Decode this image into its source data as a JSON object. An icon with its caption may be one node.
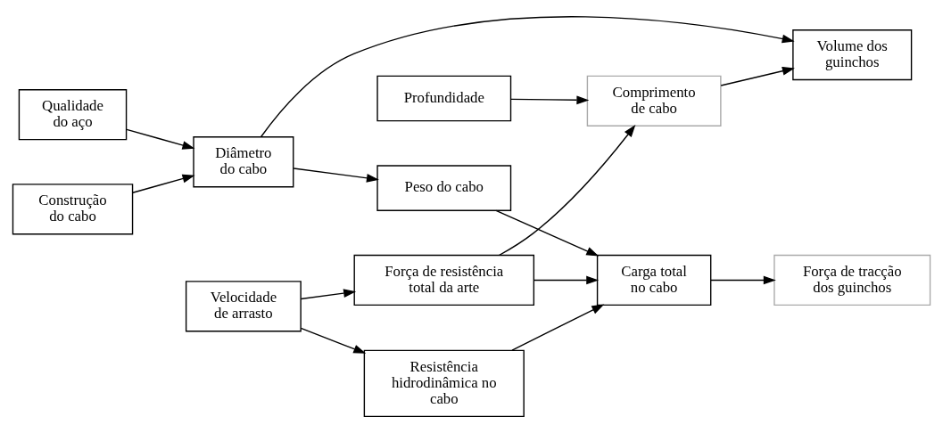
{
  "diagram": {
    "nodes": [
      {
        "text": [
          "Profundidade"
        ]
      },
      {
        "text": [
          "Comprimento de cabo"
        ]
      },
      {
        "text": [
          "Volume dos guinchos"
        ]
      },
      {
        "text": [
          "Qualidade do aço"
        ]
      },
      {
        "text": [
          "Força de tracção dos guinchos"
        ]
      },
      {
        "text": [
          "Diâmetro do cabo"
        ]
      },
      {
        "text": [
          "Construção do cabo"
        ]
      },
      {
        "text": [
          "Força de resistência total da arte"
        ]
      },
      {
        "text": [
          "Carga total no cabo"
        ]
      },
      {
        "text": [
          "Peso do cabo"
        ]
      },
      {
        "text": [
          "Velocidade de arrasto"
        ]
      },
      {
        "text": [
          "Resistência hidrodinâmica no cabo"
        ]
      }
    ],
    "edges": [
      {
        "from": 0,
        "to": 1,
        "arrow": "to"
      },
      {
        "from": 7,
        "to": 1,
        "arrow": "to"
      },
      {
        "from": 1,
        "to": 2,
        "arrow": "to"
      },
      {
        "from": 5,
        "to": 2,
        "arrow": "to"
      },
      {
        "from": 3,
        "to": 5,
        "arrow": "to"
      },
      {
        "from": 6,
        "to": 5,
        "arrow": "to"
      },
      {
        "from": 5,
        "to": 9,
        "arrow": "to"
      },
      {
        "from": 9,
        "to": 8,
        "arrow": "to"
      },
      {
        "from": 7,
        "to": 8,
        "arrow": "to"
      },
      {
        "from": 8,
        "to": 4,
        "arrow": "to"
      },
      {
        "from": 10,
        "to": 7,
        "arrow": "to"
      },
      {
        "from": 10,
        "to": 11,
        "arrow": "to"
      },
      {
        "from": 11,
        "to": 8,
        "arrow": "to"
      }
    ]
  }
}
